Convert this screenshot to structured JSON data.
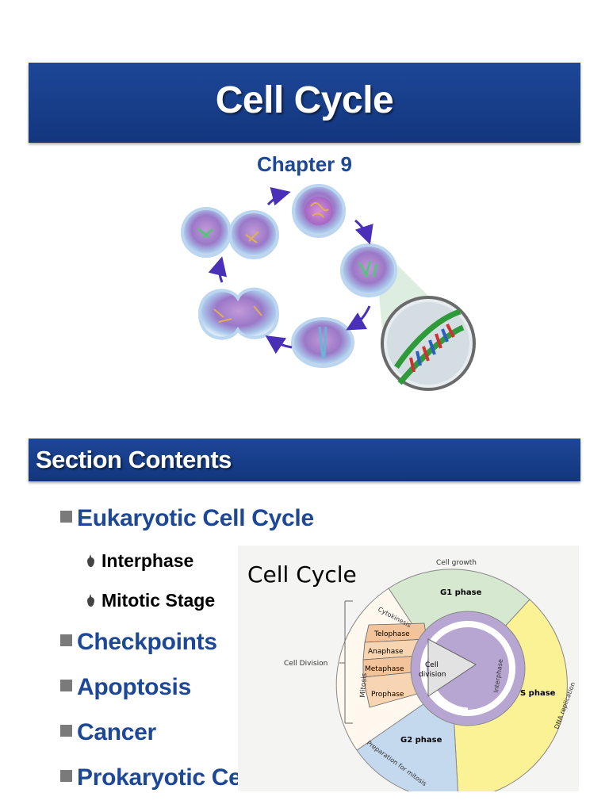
{
  "title": "Cell Cycle",
  "subtitle": "Chapter 9",
  "section_title": "Section Contents",
  "bullets": [
    "Eukaryotic Cell Cycle",
    "Checkpoints",
    "Apoptosis",
    "Cancer",
    "Prokaryotic Cell Division"
  ],
  "sub_bullets": [
    "Interphase",
    "Mitotic Stage"
  ],
  "diagram": {
    "heading": "Cell Cycle",
    "cell_growth": "Cell growth",
    "g1_phase": "G1 phase",
    "s_phase": "S phase",
    "dna_replication": "DNA replication",
    "g2_phase": "G2 phase",
    "preparation": "Preparation for mitosis",
    "cell_division_label": "Cell Division",
    "mitosis": "Mitosis",
    "cytokinesis": "Cytokinesis",
    "telophase": "Telophase",
    "anaphase": "Anaphase",
    "metaphase": "Metaphase",
    "prophase": "Prophase",
    "center_line1": "Cell",
    "center_line2": "division",
    "interphase": "Interphase"
  },
  "colors": {
    "banner": "#1d4797",
    "heading_text": "#1d4797",
    "g1": "#d6e8cf",
    "s": "#fbf195",
    "g2": "#c5d9ee",
    "mitosis_phases": "#f3c39b",
    "interphase_ring": "#b7a6d1"
  }
}
